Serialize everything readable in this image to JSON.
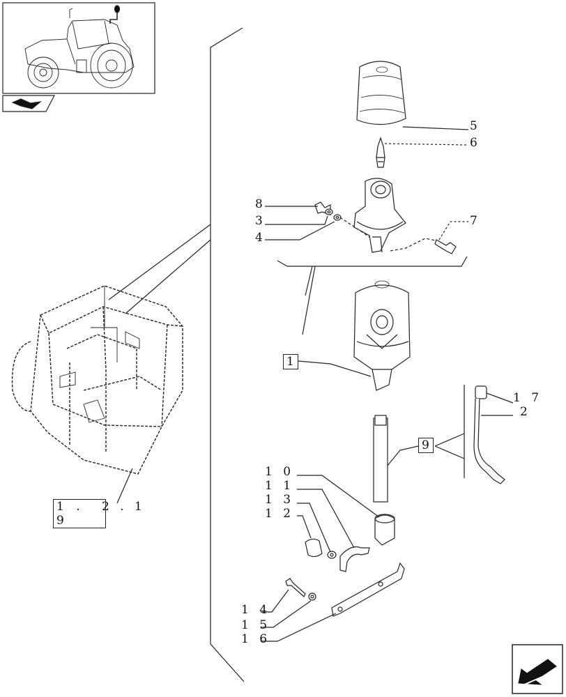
{
  "thumbnail": {
    "icon": "tractor-location-icon",
    "marker": "cab-roof-marker-icon"
  },
  "model_tab": {
    "icon": "model-indicator-icon"
  },
  "reference_box": {
    "label": "1 . 9",
    "suffix": "2 . 1"
  },
  "group_tags": {
    "beacon": "1",
    "mast": "9"
  },
  "callouts": {
    "c5": "5",
    "c6": "6",
    "c7": "7",
    "c8": "8",
    "c3": "3",
    "c4": "4",
    "c17": "1 7",
    "c2": "2",
    "c10": "1 0",
    "c11": "1 1",
    "c13": "1 3",
    "c12": "1 2",
    "c14": "1 4",
    "c15": "1 5",
    "c16": "1 6"
  },
  "nav": {
    "next_icon": "next-page-arrow-icon"
  }
}
